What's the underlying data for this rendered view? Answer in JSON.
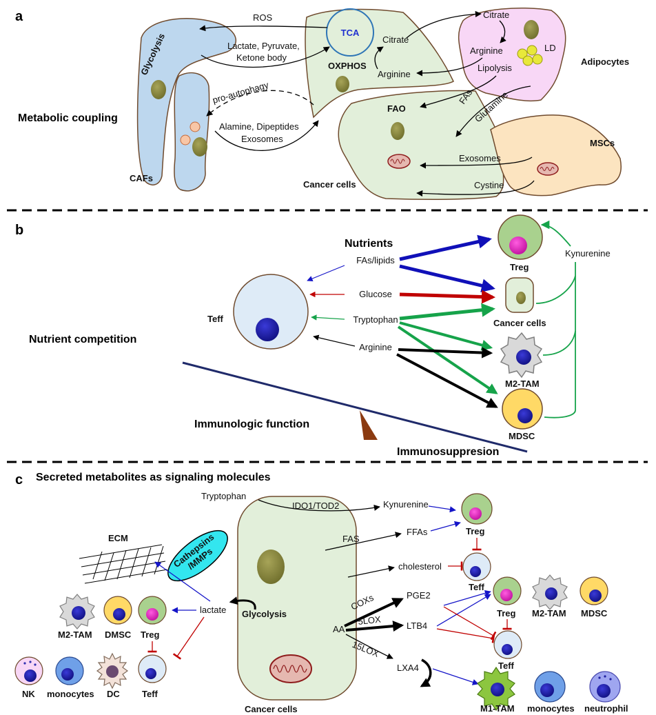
{
  "panel_a": {
    "letter": "a",
    "title": "Metabolic coupling",
    "cells": {
      "cafs": "CAFs",
      "cancer": "Cancer cells",
      "adipocytes": "Adipocytes",
      "mscs": "MSCs"
    },
    "labels": {
      "glycolysis": "Glycolysis",
      "tca": "TCA",
      "oxphos": "OXPHOS",
      "ros": "ROS",
      "lactate": "Lactate, Pyruvate,",
      "ketone": "Ketone body",
      "pro_autophagy": "pro-autophagy",
      "alamine": "Alamine, Dipeptides",
      "exosomes_caf": "Exosomes",
      "citrate_cancer": "Citrate",
      "arginine_cancer": "Arginine",
      "citrate_adipo": "Citrate",
      "arginine_adipo": "Arginine",
      "lipolysis": "Lipolysis",
      "ld": "LD",
      "fas": "FAs",
      "glutamine": "Glutamine",
      "fao": "FAO",
      "exosomes_msc": "Exosomes",
      "cystine": "Cystine"
    }
  },
  "panel_b": {
    "letter": "b",
    "title": "Nutrient competition",
    "nutrients_heading": "Nutrients",
    "teff": "Teff",
    "nutrients": [
      "FAs/lipids",
      "Glucose",
      "Tryptophan",
      "Arginine"
    ],
    "targets": {
      "treg": "Treg",
      "cancer": "Cancer cells",
      "m2tam": "M2-TAM",
      "mdsc": "MDSC"
    },
    "kynurenine": "Kynurenine",
    "immunologic": "Immunologic function",
    "immunosuppression": "Immunosuppresion"
  },
  "panel_c": {
    "letter": "c",
    "title": "Secreted metabolites as signaling molecules",
    "cancer_label": "Cancer cells",
    "labels": {
      "tryptophan": "Tryptophan",
      "ido": "IDO1/TOD2",
      "kynurenine": "Kynurenine",
      "fas": "FAS",
      "ffas": "FFAs",
      "cholesterol": "cholesterol",
      "ecm": "ECM",
      "cathepsins": "Cathepsins",
      "mmps": "/MMPs",
      "lactate": "lactate",
      "glycolysis": "Glycolysis",
      "aa": "AA",
      "coxs": "COXs",
      "lox5": "5LOX",
      "lox15": "15LOX",
      "pge2": "PGE2",
      "ltb4": "LTB4",
      "lxa4": "LXA4"
    },
    "cells": {
      "treg_top": "Treg",
      "teff_top": "Teff",
      "treg_mid": "Treg",
      "m2tam_right": "M2-TAM",
      "mdsc_right": "MDSC",
      "teff_mid": "Teff",
      "m2tam_left": "M2-TAM",
      "dmsc": "DMSC",
      "treg_left": "Treg",
      "nk": "NK",
      "monocytes_left": "monocytes",
      "dc": "DC",
      "teff_left": "Teff",
      "m1tam": "M1-TAM",
      "monocytes_right": "monocytes",
      "neutrophil": "neutrophil"
    }
  }
}
